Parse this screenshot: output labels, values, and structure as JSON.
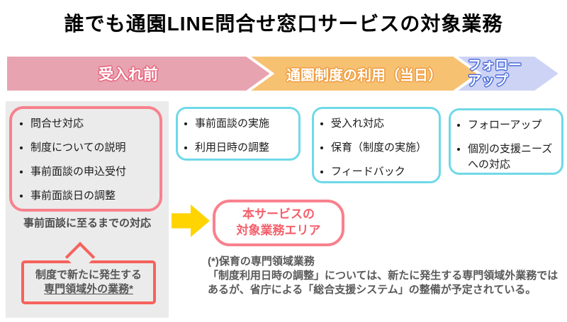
{
  "title": "誰でも通園LINE問合せ窓口サービスの対象業務",
  "colors": {
    "phase1_fill": "#E7A3B0",
    "phase2_fill": "#F7C172",
    "phase3_fill": "#CDD3F5",
    "phase1_outline": "#E8607A",
    "phase2_outline": "#EF9B3D",
    "phase3_outline": "#4A6BD8",
    "teal_border": "#6FD9E8",
    "pink_border": "#F8818D",
    "callout_border": "#F6625C",
    "accent_text": "#F4606C",
    "yellow_arrow": "#FFD400",
    "gray_panel": "#EBEBEB",
    "footnote_text": "#595959"
  },
  "phases": [
    {
      "label": "受入れ前",
      "fill": "#E7A3B0"
    },
    {
      "label": "通園制度の利用（当日）",
      "fill": "#F7C172"
    },
    {
      "label": "フォロー\nアップ",
      "fill": "#CDD3F5"
    }
  ],
  "pre_acceptance": {
    "items": [
      "問合せ対応",
      "制度についての説明",
      "事前面談の申込受付",
      "事前面談日の調整"
    ],
    "caption": "事前面談に至るまでの対応",
    "callout": {
      "line1": "制度で新たに発生する",
      "line2": "専門領域外の業務*"
    }
  },
  "interview_box": {
    "items": [
      "事前面談の実施",
      "利用日時の調整"
    ]
  },
  "usage_box": {
    "items": [
      "受入れ対応",
      "保育（制度の実施）",
      "フィードバック"
    ]
  },
  "followup_box": {
    "items": [
      "フォローアップ",
      "個別の支援ニーズへの対応"
    ]
  },
  "service_area": {
    "label": "本サービスの\n対象業務エリア"
  },
  "footnote": {
    "heading": "(*)保育の専門領域業務",
    "body": "「制度利用日時の調整」については、新たに発生する専門領域外業務ではあるが、省庁による「総合支援システム」の整備が予定されている。"
  }
}
